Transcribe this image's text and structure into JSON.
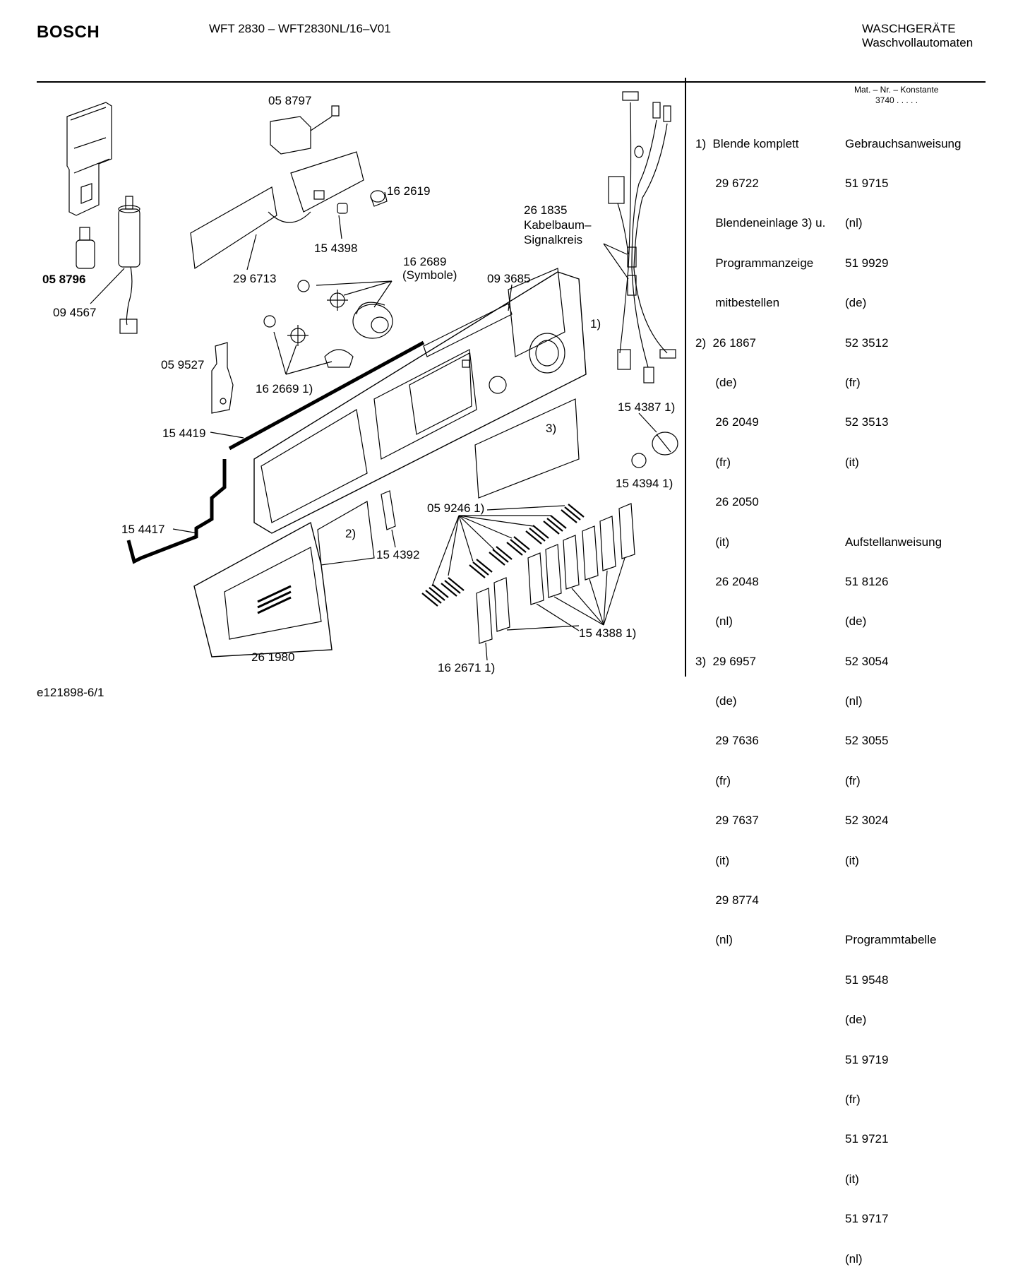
{
  "header": {
    "brand": "BOSCH",
    "model": "WFT 2830 – WFT2830NL/16–V01",
    "category_line1": "WASCHGERÄTE",
    "category_line2": "Waschvollautomaten"
  },
  "footer": {
    "doc_id": "e121898-6/1"
  },
  "diagram_labels": {
    "p058797": "05 8797",
    "p162619": "16 2619",
    "p154398": "15 4398",
    "p296713": "29 6713",
    "p058796": "05 8796",
    "p094567": "09 4567",
    "p162689": "16 2689",
    "symbole": "(Symbole)",
    "p093685": "09 3685",
    "p261835": "26 1835",
    "kabelbaum": "Kabelbaum–",
    "signalkreis": "Signalkreis",
    "ref1": "1)",
    "p059527": "05 9527",
    "p162669": "16 2669 1)",
    "p154419": "15 4419",
    "ref3": "3)",
    "p154387": "15 4387 1)",
    "p154394": "15 4394 1)",
    "p154417": "15 4417",
    "ref2": "2)",
    "p154392": "15 4392",
    "p059246": "05 9246 1)",
    "p154388": "15 4388 1)",
    "p261980": "26 1980",
    "p162671": "16 2671 1)"
  },
  "right_panel": {
    "mat_header": "Mat. – Nr. – Konstante",
    "mat_value": "3740  .  .  .  .  .",
    "notes": [
      "1)  Blende komplett",
      "      29 6722",
      "      Blendeneinlage 3) u.",
      "      Programmanzeige",
      "      mitbestellen",
      "2)  26 1867",
      "      (de)",
      "      26 2049",
      "      (fr)",
      "      26 2050",
      "      (it)",
      "      26 2048",
      "      (nl)",
      "3)  29 6957",
      "      (de)",
      "      29 7636",
      "      (fr)",
      "      29 7637",
      "      (it)",
      "      29 8774",
      "      (nl)"
    ],
    "docs": [
      "Gebrauchsanweisung",
      "51 9715",
      "(nl)",
      "51 9929",
      "(de)",
      "52 3512",
      "(fr)",
      "52 3513",
      "(it)",
      "",
      "Aufstellanweisung",
      "51 8126",
      "(de)",
      "52 3054",
      "(nl)",
      "52 3055",
      "(fr)",
      "52 3024",
      "(it)",
      "",
      "Programmtabelle",
      "51 9548",
      "(de)",
      "51 9719",
      "(fr)",
      "51 9721",
      "(it)",
      "51 9717",
      "(nl)"
    ]
  }
}
